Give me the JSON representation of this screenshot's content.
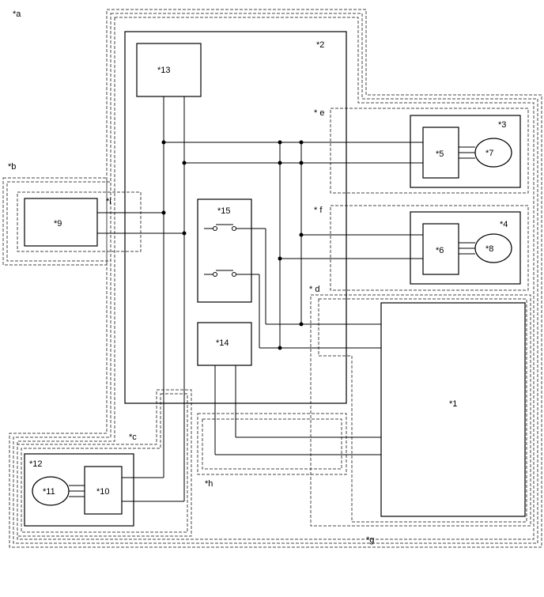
{
  "components": {
    "c1": "*1",
    "c2": "*2",
    "c3": "*3",
    "c4": "*4",
    "c5": "*5",
    "c6": "*6",
    "c7": "*7",
    "c8": "*8",
    "c9": "*9",
    "c10": "*10",
    "c11": "*11",
    "c12": "*12",
    "c13": "*13",
    "c14": "*14",
    "c15": "*15"
  },
  "regions": {
    "a": "*a",
    "b": "*b",
    "c": "*c",
    "d": "* d",
    "e": "* e",
    "f": "* f",
    "g": "*g",
    "h": "*h",
    "i": "*i"
  }
}
